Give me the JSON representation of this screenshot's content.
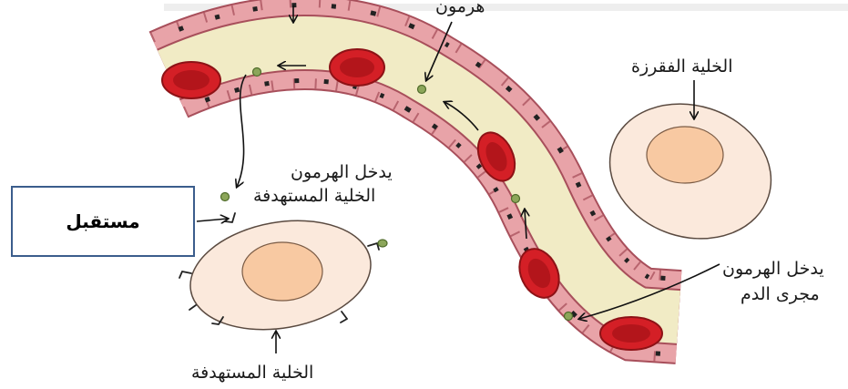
{
  "labels": {
    "hormone_top": "هرمون",
    "secreting_cell": "الخلية الفقرزة",
    "enters_target_line1": "يدخل الهرمون",
    "enters_target_line2": "الخلية المستهدفة",
    "enters_blood_line1": "يدخل الهرمون",
    "enters_blood_line2": "مجرى الدم",
    "target_cell": "الخلية المستهدفة"
  },
  "answer_box": {
    "text": "مستقبل"
  },
  "colors": {
    "vessel_wall": "#e8a3a8",
    "vessel_wall_stroke": "#a84f5b",
    "lumen": "#f1ebc5",
    "red_blood_cell": "#d41f26",
    "cell_body": "#fbe9dc",
    "nucleus": "#f8c9a2",
    "hormone": "#8ca65a",
    "box_border": "#3b5d8c"
  }
}
